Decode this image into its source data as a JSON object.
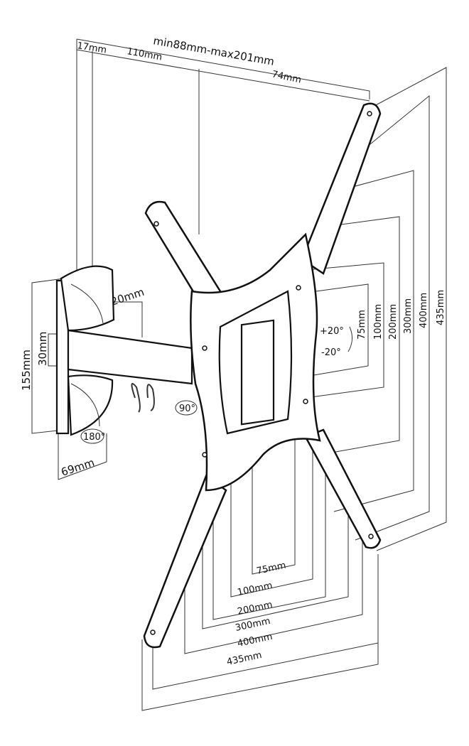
{
  "top_dims": {
    "overall": "min88mm-max201mm",
    "d1": "17mm",
    "d2": "110mm",
    "d3": "74mm"
  },
  "left_dims": {
    "height": "155mm",
    "arm": "30mm",
    "gap": "20mm",
    "depth": "69mm"
  },
  "rotation": {
    "wall": "180°",
    "arm": "90°",
    "tilt_up": "+20°",
    "tilt_down": "-20°"
  },
  "vesa_vertical": [
    "75mm",
    "100mm",
    "200mm",
    "300mm",
    "400mm",
    "435mm"
  ],
  "vesa_horizontal": [
    "75mm",
    "100mm",
    "200mm",
    "300mm",
    "400mm",
    "435mm"
  ]
}
